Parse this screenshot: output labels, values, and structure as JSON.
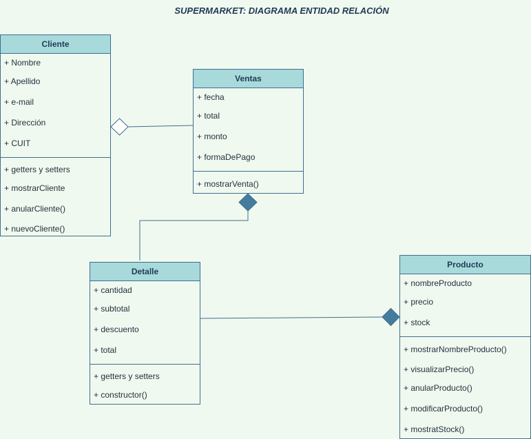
{
  "title": "SUPERMARKET: DIAGRAMA ENTIDAD RELACIÓN",
  "colors": {
    "background": "#f0f9ef",
    "header_fill": "#a8dadc",
    "border": "#3d6e8f",
    "diamond_fill": "#457b9d"
  },
  "classes": {
    "cliente": {
      "name": "Cliente",
      "attributes": [
        "+ Nombre",
        "+ Apellido",
        "+ e-mail",
        "+ Dirección",
        "+ CUIT"
      ],
      "methods": [
        "+ getters y setters",
        "+ mostrarCliente",
        "+ anularCliente()",
        "+ nuevoCliente()"
      ]
    },
    "ventas": {
      "name": "Ventas",
      "attributes": [
        "+ fecha",
        "+ total",
        "+ monto",
        "+ formaDePago"
      ],
      "methods": [
        "+ mostrarVenta()"
      ]
    },
    "detalle": {
      "name": "Detalle",
      "attributes": [
        "+ cantidad",
        "+ subtotal",
        "+ descuento",
        "+ total"
      ],
      "methods": [
        "+ getters y setters",
        " + constructor()"
      ]
    },
    "producto": {
      "name": "Producto",
      "attributes": [
        "+ nombreProducto",
        "+ precio",
        "+ stock"
      ],
      "methods": [
        "+ mostrarNombreProducto()",
        "+ visualizarPrecio()",
        "+ anularProducto()",
        "+ modificarProducto()",
        "+ mostratStock()"
      ]
    }
  },
  "relations": [
    {
      "from": "Cliente",
      "to": "Ventas",
      "type": "aggregation"
    },
    {
      "from": "Ventas",
      "to": "Detalle",
      "type": "composition"
    },
    {
      "from": "Producto",
      "to": "Detalle",
      "type": "composition"
    }
  ]
}
